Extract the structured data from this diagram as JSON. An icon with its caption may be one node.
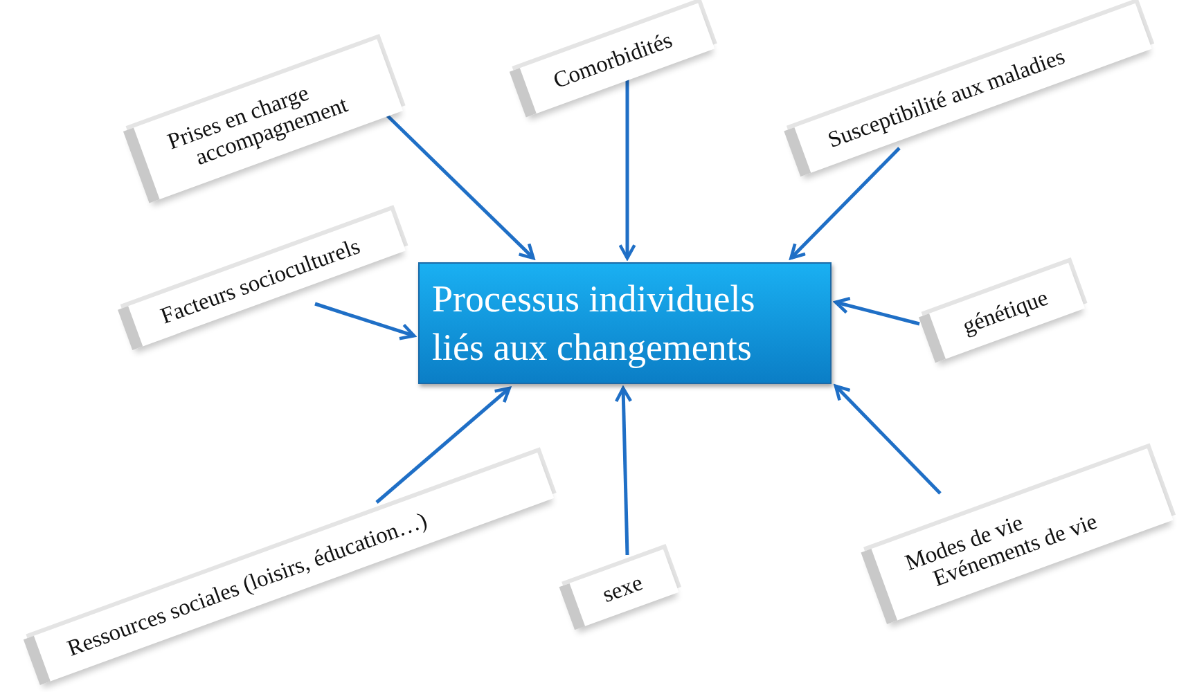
{
  "diagram": {
    "nodes": [
      {
        "text": [
          "Comorbidités"
        ]
      },
      {
        "text": [
          "Prises en charge",
          "accompagnement"
        ]
      },
      {
        "text": [
          "Susceptibilité aux maladies"
        ]
      },
      {
        "text": [
          "Facteurs socioculturels"
        ]
      },
      {
        "text": [
          "Processus individuels liés aux changements"
        ]
      },
      {
        "text": [
          "génétique"
        ]
      },
      {
        "text": [
          "Ressources sociales (loisirs, éducation…)"
        ]
      },
      {
        "text": [
          "Modes de vie",
          "Evénements de vie"
        ]
      },
      {
        "text": [
          "sexe"
        ]
      }
    ],
    "edges": [
      {
        "from": 0,
        "to": 4,
        "arrow": "to"
      },
      {
        "from": 1,
        "to": 4,
        "arrow": "to"
      },
      {
        "from": 2,
        "to": 4,
        "arrow": "to"
      },
      {
        "from": 3,
        "to": 4,
        "arrow": "to"
      },
      {
        "from": 5,
        "to": 4,
        "arrow": "to"
      },
      {
        "from": 6,
        "to": 4,
        "arrow": "to"
      },
      {
        "from": 8,
        "to": 4,
        "arrow": "to"
      },
      {
        "from": 7,
        "to": 4,
        "arrow": "to"
      }
    ]
  }
}
